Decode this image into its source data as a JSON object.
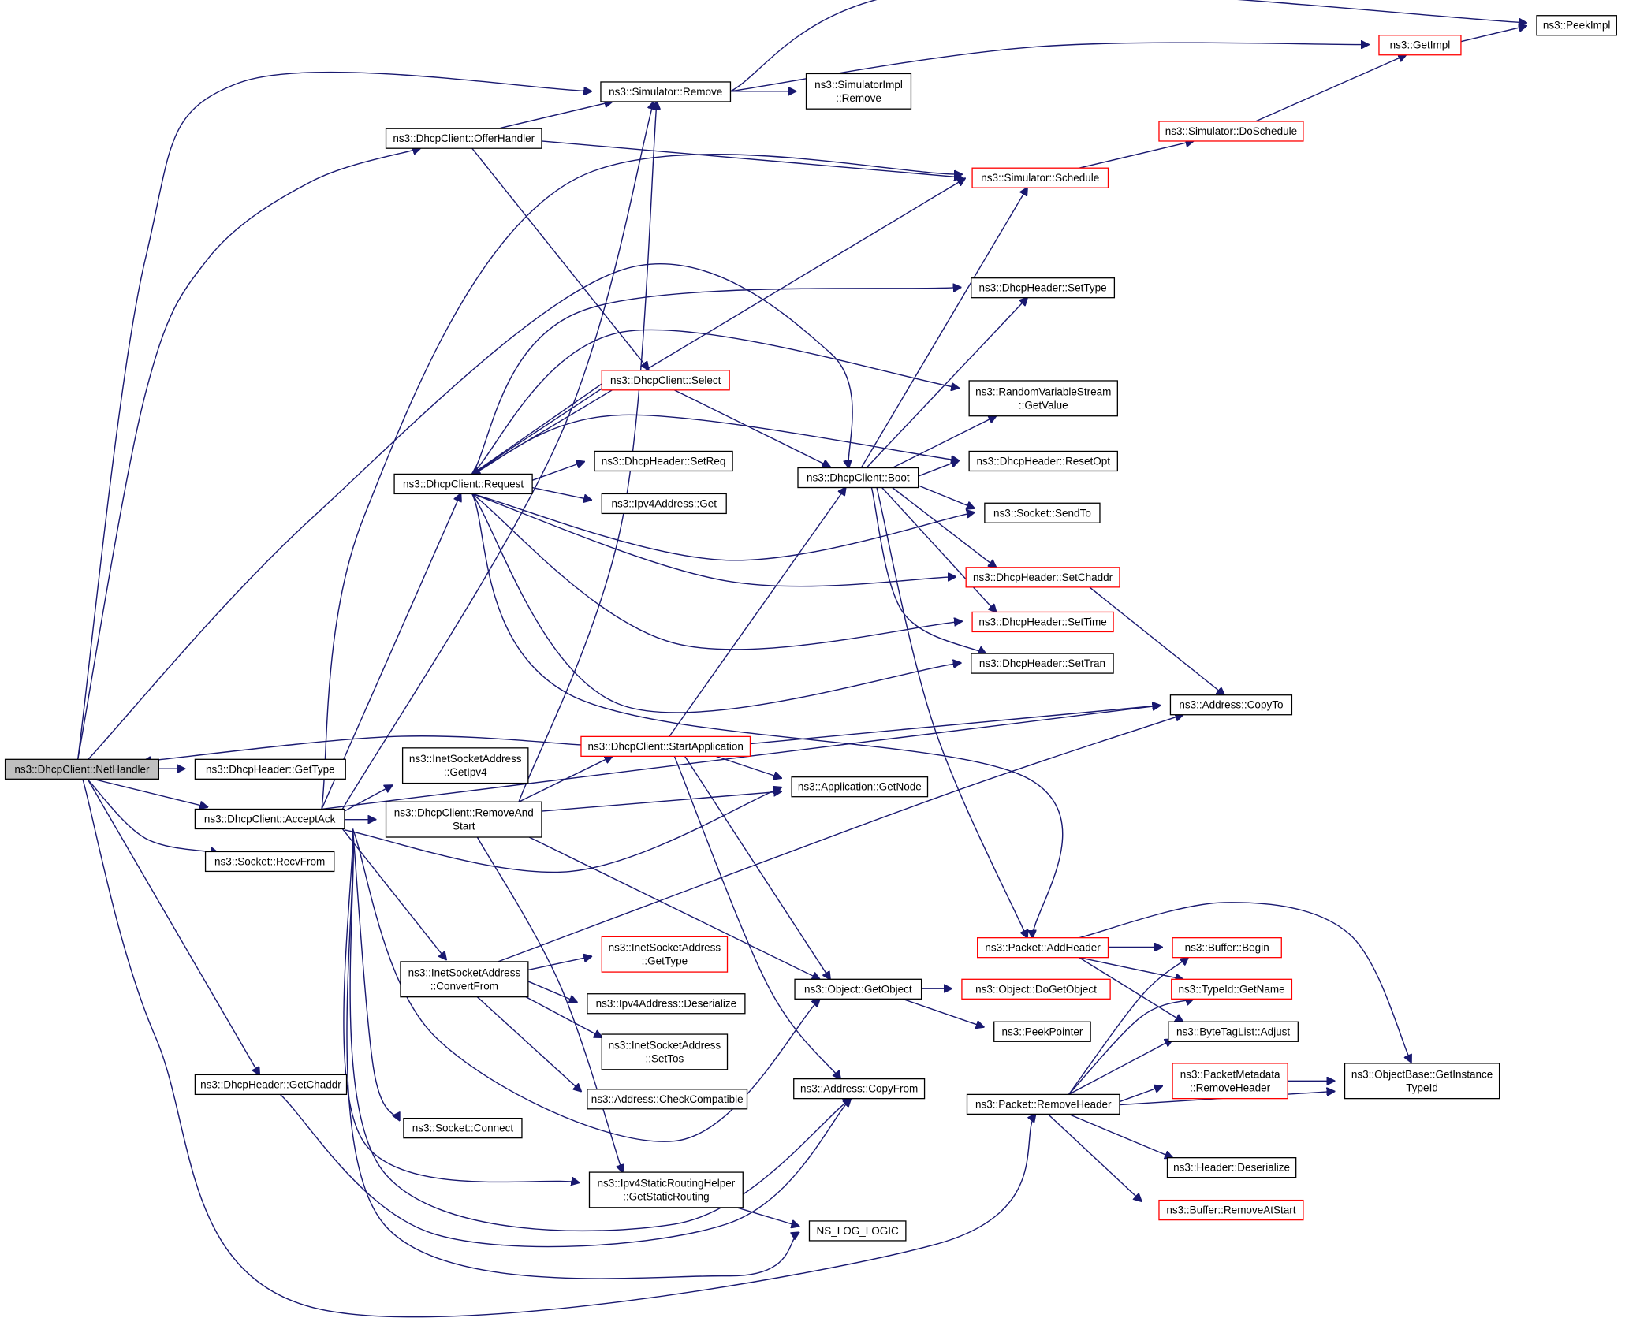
{
  "graph": {
    "colors": {
      "edge": "#191970",
      "node_border": "#000000",
      "node_border_truncated": "#ff0000",
      "root_fill": "#bfbfbf"
    },
    "nodes": [
      {
        "id": "netHandler",
        "lines": [
          "ns3::DhcpClient::NetHandler"
        ],
        "root": true
      },
      {
        "id": "hdrGetType",
        "lines": [
          "ns3::DhcpHeader::GetType"
        ]
      },
      {
        "id": "acceptAck",
        "lines": [
          "ns3::DhcpClient::AcceptAck"
        ]
      },
      {
        "id": "recvFrom",
        "lines": [
          "ns3::Socket::RecvFrom"
        ]
      },
      {
        "id": "getChaddr",
        "lines": [
          "ns3::DhcpHeader::GetChaddr"
        ]
      },
      {
        "id": "offerHandler",
        "lines": [
          "ns3::DhcpClient::OfferHandler"
        ]
      },
      {
        "id": "request",
        "lines": [
          "ns3::DhcpClient::Request"
        ]
      },
      {
        "id": "isaGetIpv4",
        "lines": [
          "ns3::InetSocketAddress",
          "::GetIpv4"
        ]
      },
      {
        "id": "removeAndStart",
        "lines": [
          "ns3::DhcpClient::RemoveAnd",
          "Start"
        ]
      },
      {
        "id": "convertFrom",
        "lines": [
          "ns3::InetSocketAddress",
          "::ConvertFrom"
        ]
      },
      {
        "id": "connect",
        "lines": [
          "ns3::Socket::Connect"
        ]
      },
      {
        "id": "simRemove",
        "lines": [
          "ns3::Simulator::Remove"
        ]
      },
      {
        "id": "select",
        "lines": [
          "ns3::DhcpClient::Select"
        ],
        "red": true
      },
      {
        "id": "setReq",
        "lines": [
          "ns3::DhcpHeader::SetReq"
        ]
      },
      {
        "id": "ipv4Get",
        "lines": [
          "ns3::Ipv4Address::Get"
        ]
      },
      {
        "id": "startApp",
        "lines": [
          "ns3::DhcpClient::StartApplication"
        ],
        "red": true
      },
      {
        "id": "isaGetType",
        "lines": [
          "ns3::InetSocketAddress",
          "::GetType"
        ],
        "red": true
      },
      {
        "id": "ipv4Deser",
        "lines": [
          "ns3::Ipv4Address::Deserialize"
        ]
      },
      {
        "id": "setTos",
        "lines": [
          "ns3::InetSocketAddress",
          "::SetTos"
        ]
      },
      {
        "id": "checkCompat",
        "lines": [
          "ns3::Address::CheckCompatible"
        ]
      },
      {
        "id": "getStaticRouting",
        "lines": [
          "ns3::Ipv4StaticRoutingHelper",
          "::GetStaticRouting"
        ]
      },
      {
        "id": "simImplRemove",
        "lines": [
          "ns3::SimulatorImpl",
          "::Remove"
        ]
      },
      {
        "id": "boot",
        "lines": [
          "ns3::DhcpClient::Boot"
        ]
      },
      {
        "id": "appGetNode",
        "lines": [
          "ns3::Application::GetNode"
        ]
      },
      {
        "id": "getObject",
        "lines": [
          "ns3::Object::GetObject"
        ]
      },
      {
        "id": "copyFrom",
        "lines": [
          "ns3::Address::CopyFrom"
        ]
      },
      {
        "id": "nsLogLogic",
        "lines": [
          "NS_LOG_LOGIC"
        ]
      },
      {
        "id": "schedule",
        "lines": [
          "ns3::Simulator::Schedule"
        ],
        "red": true
      },
      {
        "id": "hdrSetType",
        "lines": [
          "ns3::DhcpHeader::SetType"
        ]
      },
      {
        "id": "rvsGetValue",
        "lines": [
          "ns3::RandomVariableStream",
          "::GetValue"
        ]
      },
      {
        "id": "resetOpt",
        "lines": [
          "ns3::DhcpHeader::ResetOpt"
        ]
      },
      {
        "id": "sendTo",
        "lines": [
          "ns3::Socket::SendTo"
        ]
      },
      {
        "id": "setChaddr",
        "lines": [
          "ns3::DhcpHeader::SetChaddr"
        ],
        "red": true
      },
      {
        "id": "setTime",
        "lines": [
          "ns3::DhcpHeader::SetTime"
        ],
        "red": true
      },
      {
        "id": "setTran",
        "lines": [
          "ns3::DhcpHeader::SetTran"
        ]
      },
      {
        "id": "addHeader",
        "lines": [
          "ns3::Packet::AddHeader"
        ],
        "red": true
      },
      {
        "id": "doGetObject",
        "lines": [
          "ns3::Object::DoGetObject"
        ],
        "red": true
      },
      {
        "id": "peekPointer",
        "lines": [
          "ns3::PeekPointer"
        ]
      },
      {
        "id": "removeHeader",
        "lines": [
          "ns3::Packet::RemoveHeader"
        ]
      },
      {
        "id": "doSchedule",
        "lines": [
          "ns3::Simulator::DoSchedule"
        ],
        "red": true
      },
      {
        "id": "copyTo",
        "lines": [
          "ns3::Address::CopyTo"
        ]
      },
      {
        "id": "getImpl",
        "lines": [
          "ns3::GetImpl"
        ],
        "red": true
      },
      {
        "id": "peekImpl",
        "lines": [
          "ns3::PeekImpl"
        ]
      },
      {
        "id": "bufBegin",
        "lines": [
          "ns3::Buffer::Begin"
        ],
        "red": true
      },
      {
        "id": "typeIdGetName",
        "lines": [
          "ns3::TypeId::GetName"
        ],
        "red": true
      },
      {
        "id": "byteTagAdjust",
        "lines": [
          "ns3::ByteTagList::Adjust"
        ]
      },
      {
        "id": "pmRemoveHeader",
        "lines": [
          "ns3::PacketMetadata",
          "::RemoveHeader"
        ],
        "red": true
      },
      {
        "id": "headerDeser",
        "lines": [
          "ns3::Header::Deserialize"
        ]
      },
      {
        "id": "removeAtStart",
        "lines": [
          "ns3::Buffer::RemoveAtStart"
        ],
        "red": true
      },
      {
        "id": "getInstanceTypeId",
        "lines": [
          "ns3::ObjectBase::GetInstance",
          "TypeId"
        ]
      }
    ]
  }
}
